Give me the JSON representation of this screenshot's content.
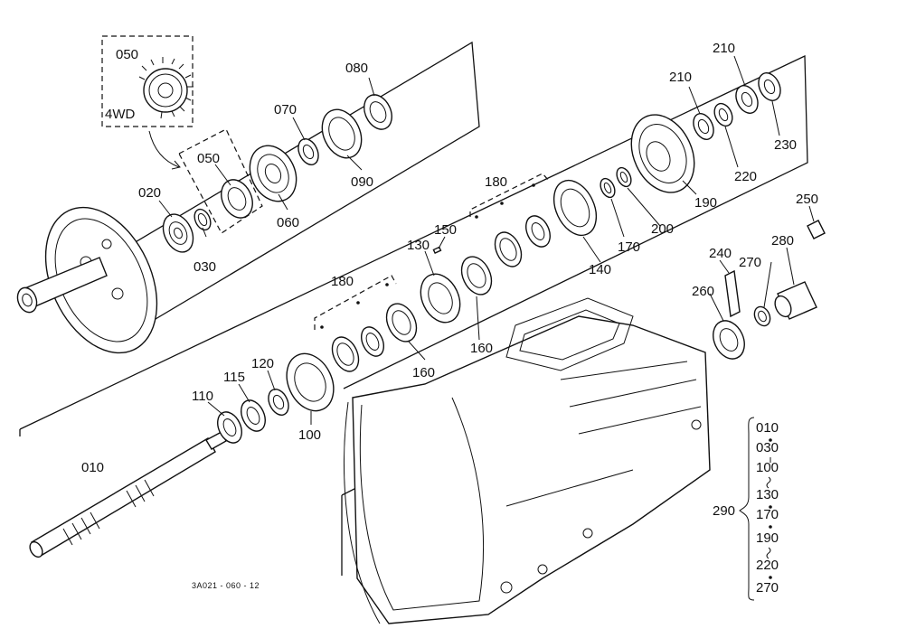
{
  "diagram": {
    "drawing_code": "3A021 - 060 - 12",
    "inset_label": "4WD",
    "parts": [
      {
        "id": "p010",
        "label": "010"
      },
      {
        "id": "p020",
        "label": "020"
      },
      {
        "id": "p030",
        "label": "030"
      },
      {
        "id": "p050a",
        "label": "050"
      },
      {
        "id": "p050b",
        "label": "050"
      },
      {
        "id": "p060",
        "label": "060"
      },
      {
        "id": "p070",
        "label": "070"
      },
      {
        "id": "p080",
        "label": "080"
      },
      {
        "id": "p090",
        "label": "090"
      },
      {
        "id": "p100",
        "label": "100"
      },
      {
        "id": "p110",
        "label": "110"
      },
      {
        "id": "p115",
        "label": "115"
      },
      {
        "id": "p120",
        "label": "120"
      },
      {
        "id": "p130",
        "label": "130"
      },
      {
        "id": "p140",
        "label": "140"
      },
      {
        "id": "p150",
        "label": "150"
      },
      {
        "id": "p160a",
        "label": "160"
      },
      {
        "id": "p160b",
        "label": "160"
      },
      {
        "id": "p170",
        "label": "170"
      },
      {
        "id": "p180a",
        "label": "180"
      },
      {
        "id": "p180b",
        "label": "180"
      },
      {
        "id": "p190",
        "label": "190"
      },
      {
        "id": "p200",
        "label": "200"
      },
      {
        "id": "p210a",
        "label": "210"
      },
      {
        "id": "p210b",
        "label": "210"
      },
      {
        "id": "p220",
        "label": "220"
      },
      {
        "id": "p230",
        "label": "230"
      },
      {
        "id": "p240",
        "label": "240"
      },
      {
        "id": "p250",
        "label": "250"
      },
      {
        "id": "p260",
        "label": "260"
      },
      {
        "id": "p270",
        "label": "270"
      },
      {
        "id": "p280",
        "label": "280"
      },
      {
        "id": "p290",
        "label": "290"
      }
    ],
    "kit_list": {
      "items": [
        "010",
        "030",
        "100",
        "130",
        "170",
        "190",
        "220",
        "270"
      ]
    }
  }
}
